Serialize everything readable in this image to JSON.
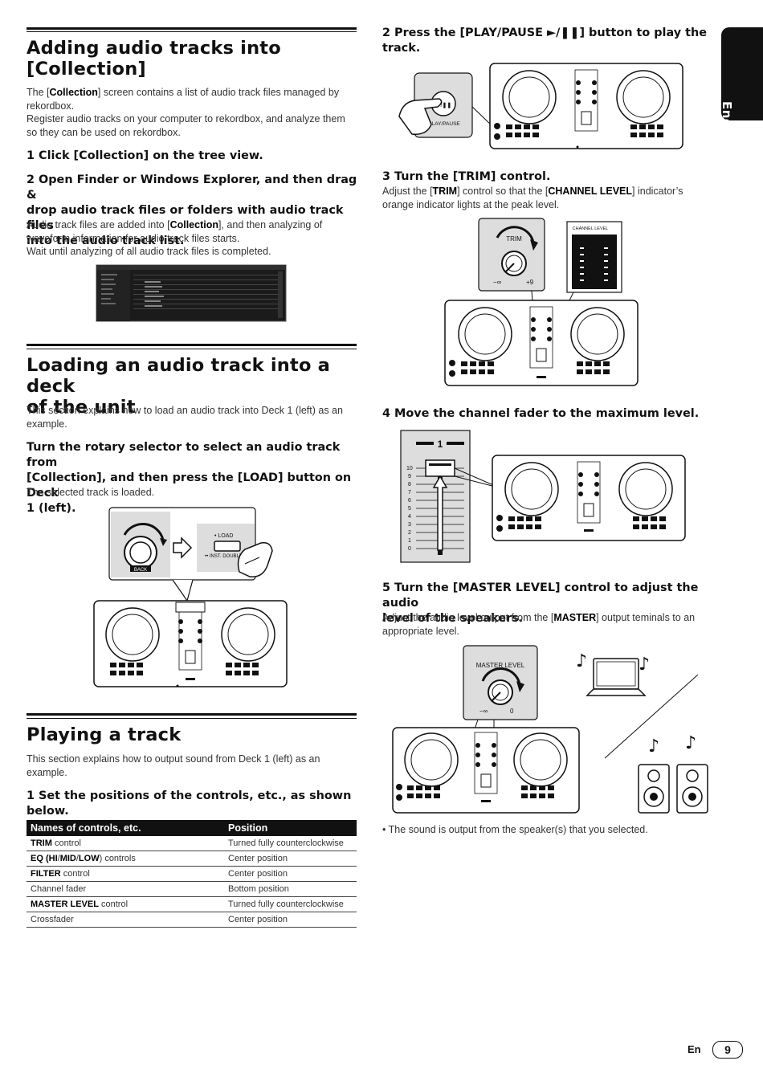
{
  "side_tab": "English",
  "left": {
    "sec1": {
      "title_line1": "Adding audio tracks into",
      "title_line2": "[Collection]",
      "p1_a": "The [",
      "p1_b": "Collection",
      "p1_c": "] screen contains a list of audio track files managed by",
      "p1_d": "rekordbox.",
      "p2_a": "Register audio tracks on your computer to rekordbox, and analyze them",
      "p2_b": "so they can be used on rekordbox.",
      "step1": "1   Click [Collection] on the tree view.",
      "step2_l1": "2   Open Finder or Windows Explorer, and then drag &",
      "step2_l2": "drop audio track files or folders with audio track files",
      "step2_l3": "into the audio track list.",
      "p3_a": "Audio track files are added into [",
      "p3_b": "Collection",
      "p3_c": "], and then analyzing of",
      "p3_d": "waveform information for audio track files starts.",
      "p4": "Wait until analyzing of all audio track files is completed."
    },
    "sec2": {
      "title_line1": "Loading an audio track into a deck",
      "title_line2": "of the unit",
      "p1_l1": "This section explains how to load an audio track into Deck 1 (left) as an",
      "p1_l2": "example.",
      "step_l1": "Turn the rotary selector to select an audio track from",
      "step_l2": "[Collection], and then press the [LOAD] button on Deck",
      "step_l3": "1 (left).",
      "p2": "The selected track is loaded.",
      "fig_load": "• LOAD",
      "fig_inst": "•• INST. DOUBLES",
      "fig_back": "BACK"
    },
    "sec3": {
      "title": "Playing a track",
      "p1_l1": "This section explains how to output sound from Deck 1 (left) as an",
      "p1_l2": "example.",
      "step_l1": "1   Set the positions of the controls, etc., as shown",
      "step_l2": "below.",
      "table": {
        "headers": [
          "Names of controls, etc.",
          "Position"
        ],
        "rows": [
          {
            "b1": "TRIM",
            "t1": " control",
            "pos": "Turned fully counterclockwise"
          },
          {
            "t0": "EQ (",
            "b1": "HI",
            "t1": "/",
            "b2": "MID",
            "t2": "/",
            "b3": "LOW",
            "t3": ") controls",
            "pos": "Center position"
          },
          {
            "b1": "FILTER",
            "t1": " control",
            "pos": "Center position"
          },
          {
            "t1": "Channel fader",
            "pos": "Bottom position"
          },
          {
            "b1": "MASTER LEVEL",
            "t1": " control",
            "pos": "Turned fully counterclockwise"
          },
          {
            "t1": "Crossfader",
            "pos": "Center position"
          }
        ]
      }
    }
  },
  "right": {
    "step2_l1": "2   Press the [PLAY/PAUSE ►/❚❚] button to play the",
    "step2_l2": "track.",
    "fig_playpause": "PLAY/PAUSE",
    "fig_playglyph": "►/❚❚",
    "step3": "3   Turn the [TRIM] control.",
    "step3_p_a": "Adjust the [",
    "step3_p_b": "TRIM",
    "step3_p_c": "] control so that the [",
    "step3_p_d": "CHANNEL LEVEL",
    "step3_p_e": "] indicator’s",
    "step3_p_f": "orange indicator lights at the peak level.",
    "fig_trim": "TRIM",
    "fig_channel_level": "CHANNEL LEVEL",
    "fig_minus_inf": "−∞",
    "fig_plus9": "+9",
    "step4": "4   Move the channel fader to the maximum level.",
    "fig_ch": "1",
    "fig_scale": [
      "10",
      "9",
      "8",
      "7",
      "6",
      "5",
      "4",
      "3",
      "2",
      "1",
      "0"
    ],
    "step5_l1": "5   Turn the [MASTER LEVEL] control to adjust the audio",
    "step5_l2": "level of the speakers.",
    "step5_p_a": "Adjust the audio level output from the [",
    "step5_p_b": "MASTER",
    "step5_p_c": "] output teminals to an",
    "step5_p_d": "appropriate level.",
    "fig_master": "MASTER LEVEL",
    "fig_zero": "0",
    "bullet": "•   The sound is output from the speaker(s) that you selected."
  },
  "footer": {
    "lang": "En",
    "page": "9"
  }
}
